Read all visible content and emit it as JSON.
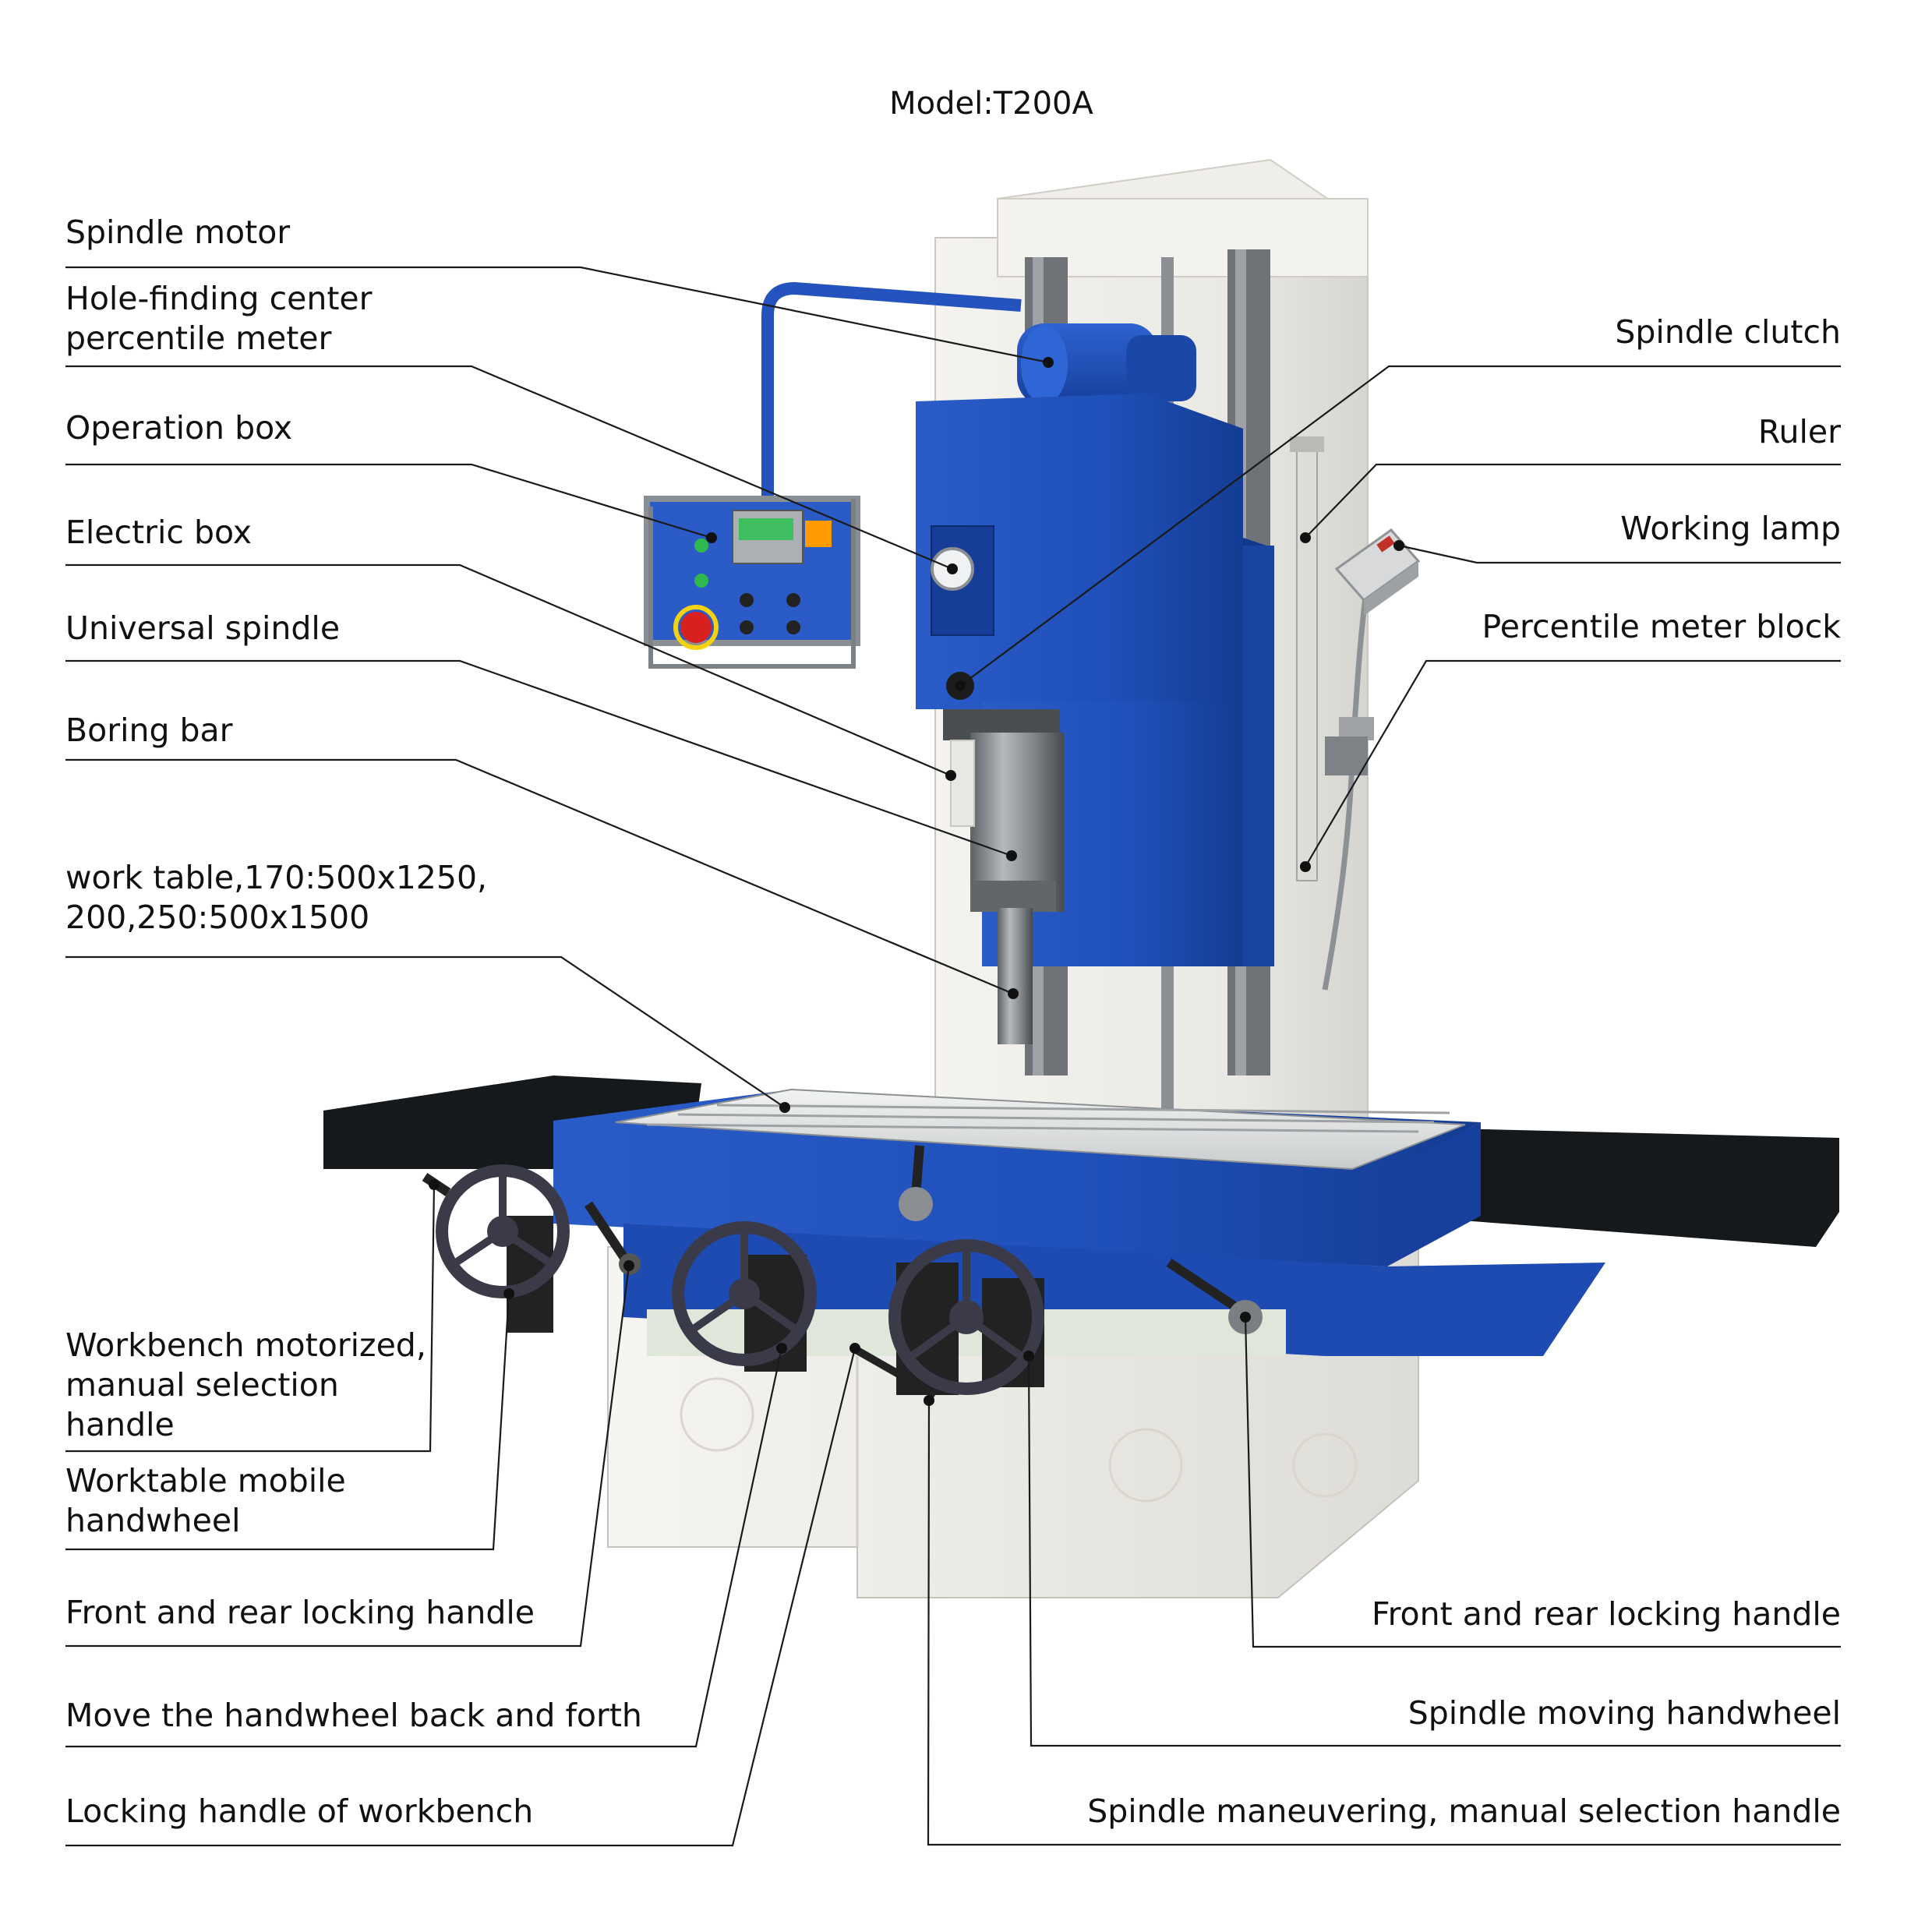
{
  "title": "Model:T200A",
  "colors": {
    "machine_blue": "#1f4fb8",
    "machine_blue_dark": "#12388e",
    "column_white": "#ecebe6",
    "table_black": "#15191b",
    "steel_grey": "#8c9094",
    "leader_line": "#1a1a1a"
  },
  "labels_left": [
    {
      "id": "spindle-motor",
      "lines": [
        "Spindle motor"
      ]
    },
    {
      "id": "hole-finding-meter",
      "lines": [
        "Hole-finding center",
        "percentile meter"
      ]
    },
    {
      "id": "operation-box",
      "lines": [
        "Operation box"
      ]
    },
    {
      "id": "electric-box",
      "lines": [
        "Electric box"
      ]
    },
    {
      "id": "universal-spindle",
      "lines": [
        "Universal spindle"
      ]
    },
    {
      "id": "boring-bar",
      "lines": [
        "Boring bar"
      ]
    },
    {
      "id": "work-table",
      "lines": [
        "work table,170:500x1250,",
        "200,250:500x1500"
      ]
    },
    {
      "id": "workbench-selection-handle",
      "lines": [
        "Workbench motorized,",
        " manual selection",
        "handle"
      ]
    },
    {
      "id": "worktable-handwheel",
      "lines": [
        "Worktable mobile",
        "handwheel"
      ]
    },
    {
      "id": "front-rear-locking-left",
      "lines": [
        "Front and rear locking handle"
      ]
    },
    {
      "id": "move-handwheel",
      "lines": [
        "Move the handwheel back and forth"
      ]
    },
    {
      "id": "workbench-locking-handle",
      "lines": [
        "Locking handle of workbench"
      ]
    }
  ],
  "labels_right": [
    {
      "id": "spindle-clutch",
      "lines": [
        "Spindle clutch"
      ]
    },
    {
      "id": "ruler",
      "lines": [
        "Ruler"
      ]
    },
    {
      "id": "working-lamp",
      "lines": [
        "Working lamp"
      ]
    },
    {
      "id": "percentile-meter-block",
      "lines": [
        "Percentile meter block"
      ]
    },
    {
      "id": "front-rear-locking-right",
      "lines": [
        "Front and rear locking handle"
      ]
    },
    {
      "id": "spindle-moving-handwheel",
      "lines": [
        "Spindle moving handwheel"
      ]
    },
    {
      "id": "spindle-selection-handle",
      "lines": [
        "Spindle maneuvering, manual selection handle"
      ]
    }
  ]
}
